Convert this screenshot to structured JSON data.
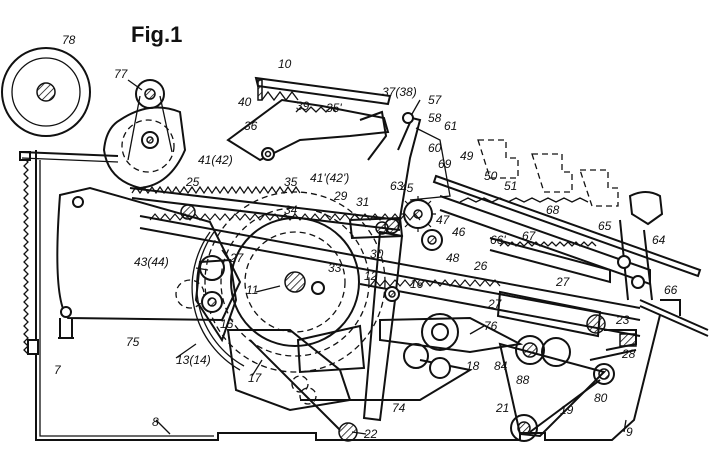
{
  "figure": {
    "title": "Fig.1",
    "labels": {
      "l78": "78",
      "l77": "77",
      "l10": "10",
      "l40": "40",
      "l39": "39",
      "l35p": "35'",
      "l37": "37(38)",
      "l57": "57",
      "l58": "58",
      "l61": "61",
      "l60": "60",
      "l69": "69",
      "l49": "49",
      "l50": "50",
      "l51": "51",
      "l36": "36",
      "l41": "41(42)",
      "l41p": "41'(42')",
      "l25": "25",
      "l35": "35",
      "l34": "34",
      "l29": "29",
      "l31": "31",
      "l30": "30",
      "l63": "63",
      "l45": "45",
      "l47": "47",
      "l46": "46",
      "l48": "48",
      "l66p": "66'",
      "l67": "67",
      "l68": "68",
      "l65": "65",
      "l64": "64",
      "l66": "66",
      "l26": "26",
      "l27a": "27",
      "l27b": "27",
      "l27c": "27",
      "l43": "43(44)",
      "l11": "11",
      "l33": "33",
      "l12": "12",
      "l16": "16",
      "l15": "15",
      "l75": "75",
      "l7": "7",
      "l13": "13(14)",
      "l17": "17",
      "l18": "18",
      "l76": "76",
      "l84": "84",
      "l88": "88",
      "l23": "23",
      "l28": "28",
      "l80": "80",
      "l74": "74",
      "l21": "21",
      "l19": "19",
      "l22": "22",
      "l8": "8",
      "l9": "9"
    }
  }
}
